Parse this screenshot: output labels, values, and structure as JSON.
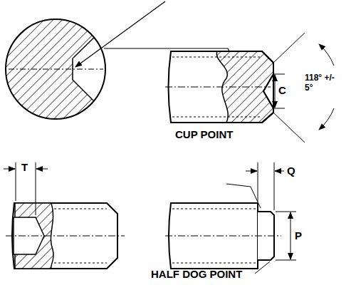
{
  "diagram": {
    "labels": [
      "C",
      "118° +/- 5°",
      "CUP POINT",
      "T",
      "Q",
      "P",
      "HALF DOG POINT"
    ]
  }
}
